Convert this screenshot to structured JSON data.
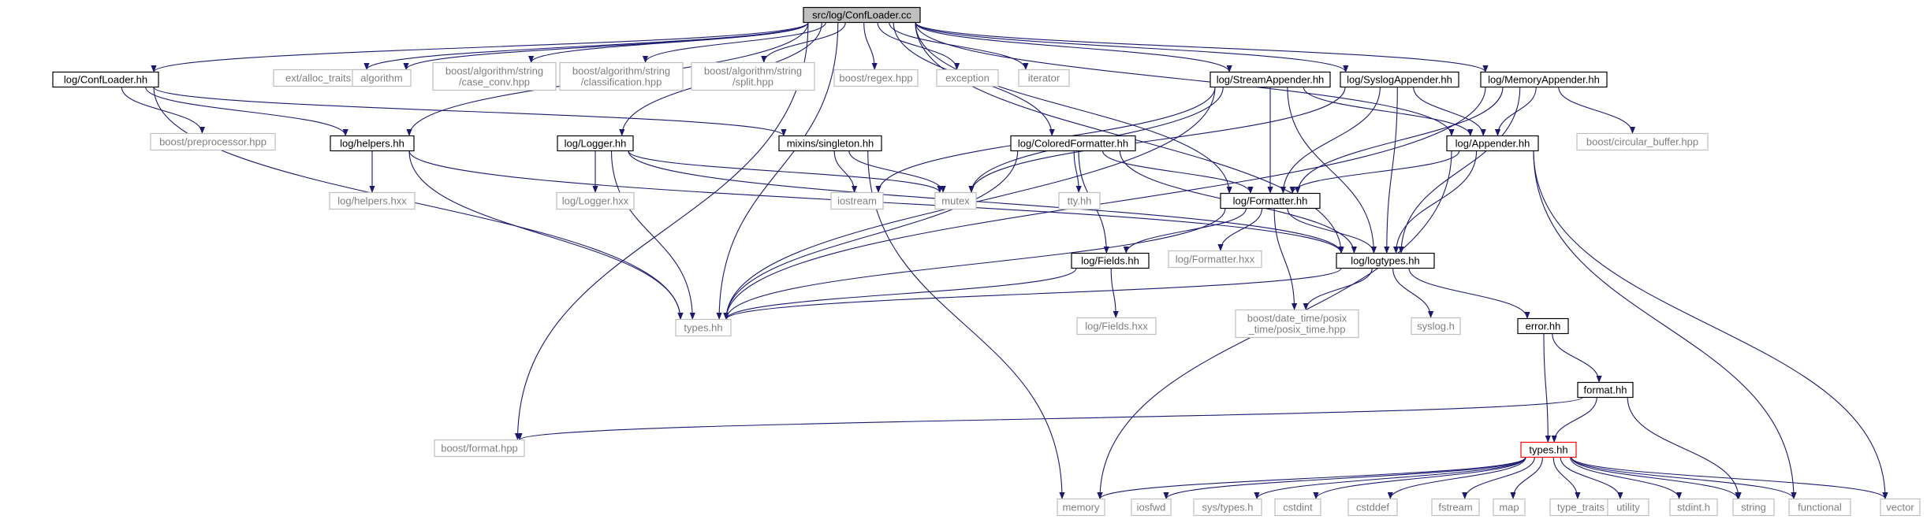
{
  "graph": {
    "edge_color": "#191970",
    "highlight_color": "#ff0000",
    "root_fill": "#bfbfbf",
    "external_border": "#bfbfbf",
    "nodes": [
      {
        "id": "root",
        "lines": [
          "src/log/ConfLoader.cc"
        ],
        "kind": "root"
      },
      {
        "id": "log_confloader_hh",
        "lines": [
          "log/ConfLoader.hh"
        ],
        "kind": "file"
      },
      {
        "id": "ext_alloc_traits",
        "lines": [
          "ext/alloc_traits.h"
        ],
        "kind": "external"
      },
      {
        "id": "algorithm",
        "lines": [
          "algorithm"
        ],
        "kind": "external"
      },
      {
        "id": "boost_case_conv",
        "lines": [
          "boost/algorithm/string",
          "/case_conv.hpp"
        ],
        "kind": "external"
      },
      {
        "id": "boost_classification",
        "lines": [
          "boost/algorithm/string",
          "/classification.hpp"
        ],
        "kind": "external"
      },
      {
        "id": "boost_split",
        "lines": [
          "boost/algorithm/string",
          "/split.hpp"
        ],
        "kind": "external"
      },
      {
        "id": "boost_regex",
        "lines": [
          "boost/regex.hpp"
        ],
        "kind": "external"
      },
      {
        "id": "exception",
        "lines": [
          "exception"
        ],
        "kind": "external"
      },
      {
        "id": "iterator",
        "lines": [
          "iterator"
        ],
        "kind": "external"
      },
      {
        "id": "log_streamappender",
        "lines": [
          "log/StreamAppender.hh"
        ],
        "kind": "file"
      },
      {
        "id": "log_syslogappender",
        "lines": [
          "log/SyslogAppender.hh"
        ],
        "kind": "file"
      },
      {
        "id": "log_memoryappender",
        "lines": [
          "log/MemoryAppender.hh"
        ],
        "kind": "file"
      },
      {
        "id": "boost_preprocessor",
        "lines": [
          "boost/preprocessor.hpp"
        ],
        "kind": "external"
      },
      {
        "id": "log_helpers_hh",
        "lines": [
          "log/helpers.hh"
        ],
        "kind": "file"
      },
      {
        "id": "log_logger_hh",
        "lines": [
          "log/Logger.hh"
        ],
        "kind": "file"
      },
      {
        "id": "mixins_singleton",
        "lines": [
          "mixins/singleton.hh"
        ],
        "kind": "file"
      },
      {
        "id": "log_coloredformatter",
        "lines": [
          "log/ColoredFormatter.hh"
        ],
        "kind": "file"
      },
      {
        "id": "log_appender_hh",
        "lines": [
          "log/Appender.hh"
        ],
        "kind": "file"
      },
      {
        "id": "boost_circular_buffer",
        "lines": [
          "boost/circular_buffer.hpp"
        ],
        "kind": "external"
      },
      {
        "id": "log_helpers_hxx",
        "lines": [
          "log/helpers.hxx"
        ],
        "kind": "external"
      },
      {
        "id": "log_logger_hxx",
        "lines": [
          "log/Logger.hxx"
        ],
        "kind": "external"
      },
      {
        "id": "iostream",
        "lines": [
          "iostream"
        ],
        "kind": "external"
      },
      {
        "id": "mutex",
        "lines": [
          "mutex"
        ],
        "kind": "external"
      },
      {
        "id": "tty_hh",
        "lines": [
          "tty.hh"
        ],
        "kind": "external"
      },
      {
        "id": "log_formatter_hh",
        "lines": [
          "log/Formatter.hh"
        ],
        "kind": "file"
      },
      {
        "id": "log_fields_hh",
        "lines": [
          "log/Fields.hh"
        ],
        "kind": "file"
      },
      {
        "id": "log_formatter_hxx",
        "lines": [
          "log/Formatter.hxx"
        ],
        "kind": "external"
      },
      {
        "id": "log_logtypes_hh",
        "lines": [
          "log/logtypes.hh"
        ],
        "kind": "file"
      },
      {
        "id": "types_hh_ext",
        "lines": [
          "types.hh"
        ],
        "kind": "external"
      },
      {
        "id": "log_fields_hxx",
        "lines": [
          "log/Fields.hxx"
        ],
        "kind": "external"
      },
      {
        "id": "boost_posix_time",
        "lines": [
          "boost/date_time/posix",
          "_time/posix_time.hpp"
        ],
        "kind": "external"
      },
      {
        "id": "syslog_h",
        "lines": [
          "syslog.h"
        ],
        "kind": "external"
      },
      {
        "id": "error_hh",
        "lines": [
          "error.hh"
        ],
        "kind": "file"
      },
      {
        "id": "format_hh",
        "lines": [
          "format.hh"
        ],
        "kind": "file"
      },
      {
        "id": "boost_format",
        "lines": [
          "boost/format.hpp"
        ],
        "kind": "external"
      },
      {
        "id": "types_hh_main",
        "lines": [
          "types.hh"
        ],
        "kind": "highlight"
      },
      {
        "id": "memory",
        "lines": [
          "memory"
        ],
        "kind": "external"
      },
      {
        "id": "iosfwd",
        "lines": [
          "iosfwd"
        ],
        "kind": "external"
      },
      {
        "id": "sys_types_h",
        "lines": [
          "sys/types.h"
        ],
        "kind": "external"
      },
      {
        "id": "cstdint",
        "lines": [
          "cstdint"
        ],
        "kind": "external"
      },
      {
        "id": "cstddef",
        "lines": [
          "cstddef"
        ],
        "kind": "external"
      },
      {
        "id": "fstream",
        "lines": [
          "fstream"
        ],
        "kind": "external"
      },
      {
        "id": "map",
        "lines": [
          "map"
        ],
        "kind": "external"
      },
      {
        "id": "type_traits",
        "lines": [
          "type_traits"
        ],
        "kind": "external"
      },
      {
        "id": "utility",
        "lines": [
          "utility"
        ],
        "kind": "external"
      },
      {
        "id": "stdint_h",
        "lines": [
          "stdint.h"
        ],
        "kind": "external"
      },
      {
        "id": "string",
        "lines": [
          "string"
        ],
        "kind": "external"
      },
      {
        "id": "functional",
        "lines": [
          "functional"
        ],
        "kind": "external"
      },
      {
        "id": "vector",
        "lines": [
          "vector"
        ],
        "kind": "external"
      }
    ],
    "edges": [
      [
        "root",
        "log_confloader_hh"
      ],
      [
        "root",
        "ext_alloc_traits"
      ],
      [
        "root",
        "algorithm"
      ],
      [
        "root",
        "boost_case_conv"
      ],
      [
        "root",
        "boost_classification"
      ],
      [
        "root",
        "boost_split"
      ],
      [
        "root",
        "boost_regex"
      ],
      [
        "root",
        "exception"
      ],
      [
        "root",
        "iterator"
      ],
      [
        "root",
        "log_streamappender"
      ],
      [
        "root",
        "log_syslogappender"
      ],
      [
        "root",
        "log_memoryappender"
      ],
      [
        "root",
        "log_helpers_hh"
      ],
      [
        "root",
        "log_logger_hh"
      ],
      [
        "root",
        "log_coloredformatter"
      ],
      [
        "root",
        "log_appender_hh"
      ],
      [
        "root",
        "log_formatter_hh"
      ],
      [
        "root",
        "log_logtypes_hh"
      ],
      [
        "root",
        "types_hh_ext"
      ],
      [
        "root",
        "boost_format"
      ],
      [
        "log_confloader_hh",
        "boost_preprocessor"
      ],
      [
        "log_confloader_hh",
        "log_helpers_hh"
      ],
      [
        "log_confloader_hh",
        "mixins_singleton"
      ],
      [
        "log_confloader_hh",
        "types_hh_ext"
      ],
      [
        "log_helpers_hh",
        "log_helpers_hxx"
      ],
      [
        "log_helpers_hh",
        "types_hh_ext"
      ],
      [
        "log_helpers_hh",
        "log_logtypes_hh"
      ],
      [
        "log_logger_hh",
        "log_logger_hxx"
      ],
      [
        "log_logger_hh",
        "mutex"
      ],
      [
        "log_logger_hh",
        "types_hh_ext"
      ],
      [
        "log_logger_hh",
        "log_logtypes_hh"
      ],
      [
        "mixins_singleton",
        "iostream"
      ],
      [
        "mixins_singleton",
        "mutex"
      ],
      [
        "mixins_singleton",
        "memory"
      ],
      [
        "log_streamappender",
        "iostream"
      ],
      [
        "log_streamappender",
        "mutex"
      ],
      [
        "log_streamappender",
        "types_hh_ext"
      ],
      [
        "log_streamappender",
        "log_appender_hh"
      ],
      [
        "log_streamappender",
        "log_formatter_hh"
      ],
      [
        "log_streamappender",
        "log_logtypes_hh"
      ],
      [
        "log_syslogappender",
        "mutex"
      ],
      [
        "log_syslogappender",
        "log_appender_hh"
      ],
      [
        "log_syslogappender",
        "log_formatter_hh"
      ],
      [
        "log_syslogappender",
        "log_logtypes_hh"
      ],
      [
        "log_memoryappender",
        "log_appender_hh"
      ],
      [
        "log_memoryappender",
        "boost_circular_buffer"
      ],
      [
        "log_memoryappender",
        "log_formatter_hh"
      ],
      [
        "log_memoryappender",
        "types_hh_ext"
      ],
      [
        "log_memoryappender",
        "log_logtypes_hh"
      ],
      [
        "log_coloredformatter",
        "tty_hh"
      ],
      [
        "log_coloredformatter",
        "log_formatter_hh"
      ],
      [
        "log_coloredformatter",
        "log_fields_hh"
      ],
      [
        "log_coloredformatter",
        "log_logtypes_hh"
      ],
      [
        "log_coloredformatter",
        "types_hh_ext"
      ],
      [
        "log_appender_hh",
        "log_formatter_hh"
      ],
      [
        "log_appender_hh",
        "log_logtypes_hh"
      ],
      [
        "log_appender_hh",
        "memory"
      ],
      [
        "log_appender_hh",
        "functional"
      ],
      [
        "log_appender_hh",
        "vector"
      ],
      [
        "log_formatter_hh",
        "log_fields_hh"
      ],
      [
        "log_formatter_hh",
        "log_formatter_hxx"
      ],
      [
        "log_formatter_hh",
        "log_logtypes_hh"
      ],
      [
        "log_formatter_hh",
        "boost_posix_time"
      ],
      [
        "log_formatter_hh",
        "types_hh_ext"
      ],
      [
        "log_fields_hh",
        "log_fields_hxx"
      ],
      [
        "log_fields_hh",
        "types_hh_ext"
      ],
      [
        "log_logtypes_hh",
        "types_hh_ext"
      ],
      [
        "log_logtypes_hh",
        "boost_posix_time"
      ],
      [
        "log_logtypes_hh",
        "syslog_h"
      ],
      [
        "log_logtypes_hh",
        "error_hh"
      ],
      [
        "error_hh",
        "format_hh"
      ],
      [
        "error_hh",
        "types_hh_main"
      ],
      [
        "format_hh",
        "boost_format"
      ],
      [
        "format_hh",
        "types_hh_main"
      ],
      [
        "format_hh",
        "string"
      ],
      [
        "types_hh_main",
        "memory"
      ],
      [
        "types_hh_main",
        "iosfwd"
      ],
      [
        "types_hh_main",
        "sys_types_h"
      ],
      [
        "types_hh_main",
        "cstdint"
      ],
      [
        "types_hh_main",
        "cstddef"
      ],
      [
        "types_hh_main",
        "fstream"
      ],
      [
        "types_hh_main",
        "map"
      ],
      [
        "types_hh_main",
        "type_traits"
      ],
      [
        "types_hh_main",
        "utility"
      ],
      [
        "types_hh_main",
        "stdint_h"
      ],
      [
        "types_hh_main",
        "string"
      ],
      [
        "types_hh_main",
        "functional"
      ],
      [
        "types_hh_main",
        "vector"
      ]
    ]
  }
}
